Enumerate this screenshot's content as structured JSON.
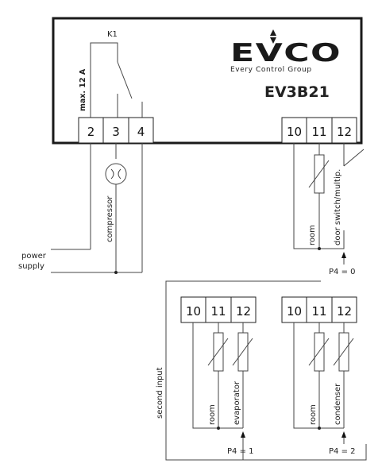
{
  "device": {
    "relay_label": "K1",
    "max_current": "max. 12 A",
    "brand_logo_text": "EVCO",
    "brand_tagline": "Every Control Group",
    "model": "EV3B21"
  },
  "left_terminals": [
    "2",
    "3",
    "4"
  ],
  "right_terminals": [
    "10",
    "11",
    "12"
  ],
  "loads": {
    "compressor": "compressor",
    "power_supply_line1": "power",
    "power_supply_line2": "supply",
    "room": "room",
    "door_switch": "door switch/multip.",
    "evaporator": "evaporator",
    "condenser": "condenser",
    "second_input": "second input"
  },
  "configurations": {
    "p4_0": "P4 = 0",
    "p4_1": "P4 = 1",
    "p4_2": "P4 = 2"
  },
  "sub_terminals_1": [
    "10",
    "11",
    "12"
  ],
  "sub_terminals_2": [
    "10",
    "11",
    "12"
  ]
}
